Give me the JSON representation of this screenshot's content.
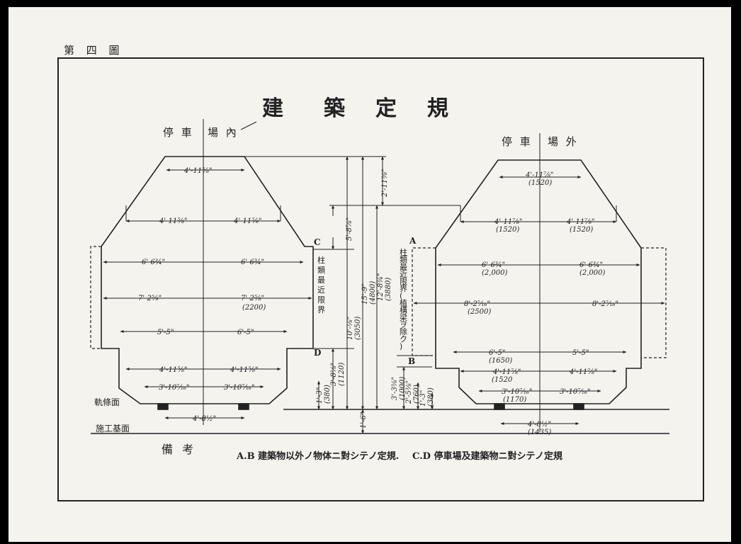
{
  "figure_label": "第 四 圖",
  "title": [
    "建",
    "築",
    "定",
    "規"
  ],
  "left_gauge": {
    "heading": [
      "停 車",
      "場 內"
    ],
    "dims": {
      "top_width": "4'-11⅝\"",
      "upper_left": "4'-11⅝\"",
      "upper_right": "4'-11⅝\"",
      "mid1_left": "6'-6¾\"",
      "mid1_right": "6'-6¾\"",
      "mid2_left": "7'-2⅝\"",
      "mid2_right": "7'-2⅝\"",
      "mid2_right_mm": "(2200)",
      "lower_left": "5'-5\"",
      "lower_right": "6'-5\"",
      "base1_left": "4'-11⅝\"",
      "base1_right": "4'-11⅝\"",
      "base2_left": "3'-10⁷⁄₁₆\"",
      "base2_right": "3'-10⁷⁄₁₆\"",
      "rail_gauge": "4'-8½\""
    },
    "marker_c": "C",
    "marker_d": "D",
    "column_label": [
      "柱",
      "類",
      "最",
      "近",
      "限",
      "界"
    ],
    "heights": {
      "h_top_small": "5'-8⅞\"",
      "h_total": "15'-9\"",
      "h_total_mm": "(4800)",
      "h_2": "12'-8¾\"",
      "h_2_mm": "(3880)",
      "h_3": "10'-⅛\"",
      "h_3_mm": "(3050)",
      "h_top2": "2'-11⅜\"",
      "h_low": "3'-8⅛\"",
      "h_low_mm": "(1120)",
      "h_base": "1'-3\"",
      "h_base_mm": "(380)",
      "h_ground": "1'-6\""
    }
  },
  "right_gauge": {
    "heading": [
      "停 車",
      "場 外"
    ],
    "dims": {
      "top_width": "4'-11⅞\"",
      "top_width_mm": "(1520)",
      "upper_left": "4'-11⅞\"",
      "upper_left_mm": "(1520)",
      "upper_right": "4'-11⅞\"",
      "upper_right_mm": "(1520)",
      "mid1_left": "6'-6¾\"",
      "mid1_left_mm": "(2,000)",
      "mid1_right": "6'-6¾\"",
      "mid1_right_mm": "(2,000)",
      "mid2_left": "8'-2⁷⁄₁₆\"",
      "mid2_left_mm": "(2500)",
      "mid2_right": "8'-2⁷⁄₁₆\"",
      "lower_left": "6'-5\"",
      "lower_left_mm": "(1650)",
      "lower_right": "5'-5\"",
      "base1_left": "4'-11⅞\"",
      "base1_left_mm": "(1520",
      "base1_right": "4'-11⅞\"",
      "base2_left": "3'-10⁷⁄₁₆\"",
      "base2_left_mm": "(1170)",
      "base2_right": "3'-10⁷⁄₁₆\"",
      "rail_gauge": "4'-8½\"",
      "rail_gauge_mm": "(1435)"
    },
    "marker_a": "A",
    "marker_b": "B",
    "column_label": [
      "柱",
      "類",
      "最",
      "近",
      "限",
      "界",
      "(",
      "植",
      "構",
      "梁",
      "ヲ",
      "除",
      "ク",
      ")"
    ],
    "heights": {
      "h_1": "3'-3⅜\"",
      "h_1_mm": "(1000)",
      "h_2": "2'-5⅜\"",
      "h_2_mm": "(760)",
      "h_3": "1'-3\"",
      "h_3_mm": "(380)"
    }
  },
  "rail_level_label": "軌條面",
  "formation_level_label": "施工基面",
  "remarks_label": "備 考",
  "note_ab": "A.B 建築物以外ノ物体ニ對シテノ定規.",
  "note_cd": "C.D 停車場及建築物ニ對シテノ定規"
}
